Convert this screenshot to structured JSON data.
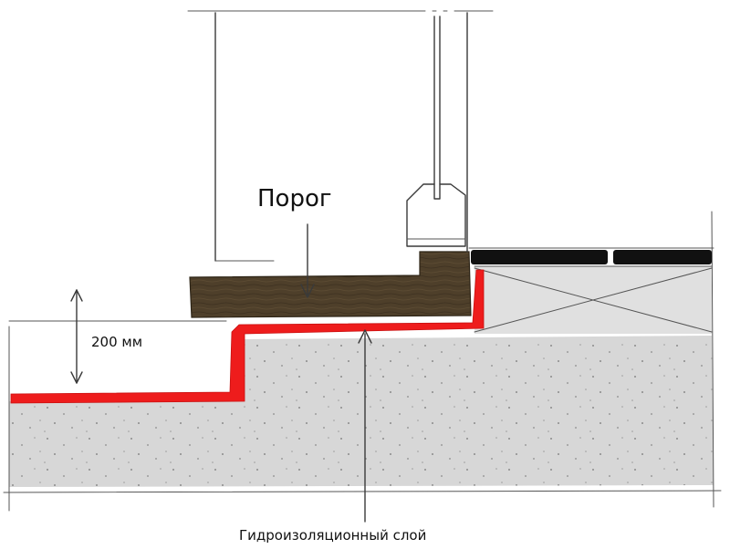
{
  "labels": {
    "threshold": "Порог",
    "height": "200 мм",
    "waterproofing": "Гидроизоляционный слой"
  },
  "colors": {
    "concrete": "#d7d7d7",
    "waterproofing": "#ee1c1c",
    "threshold_wood": "#4e3f2a",
    "tile": "#111111",
    "screed": "#e0e0e0",
    "lines": "#3a3a3a"
  }
}
